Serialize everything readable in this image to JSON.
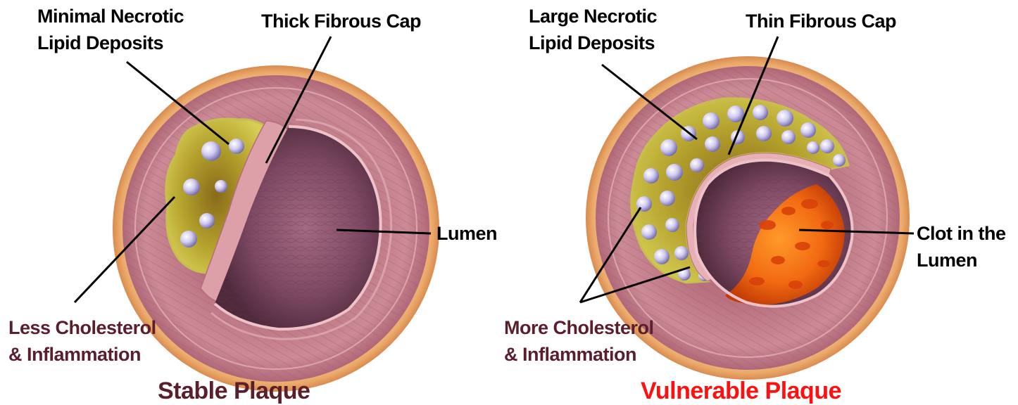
{
  "stable": {
    "title": "Stable Plaque",
    "labels": {
      "deposits_line1": "Minimal Necrotic",
      "deposits_line2": "Lipid Deposits",
      "cap": "Thick Fibrous Cap",
      "lumen": "Lumen",
      "chol_line1": "Less Cholesterol",
      "chol_line2": "& Inflammation"
    }
  },
  "vulnerable": {
    "title": "Vulnerable Plaque",
    "labels": {
      "deposits_line1": "Large Necrotic",
      "deposits_line2": "Lipid Deposits",
      "cap": "Thin Fibrous Cap",
      "clot_line1": "Clot in the",
      "clot_line2": "Lumen",
      "chol_line1": "More Cholesterol",
      "chol_line2": "& Inflammation"
    }
  },
  "colors": {
    "outer_adventitia": "#f0b878",
    "vessel_wall": "#c77f8c",
    "lipid_core": "#b8a52a",
    "lumen_interior": "#7a3f58",
    "fibrous_cap": "#e3a6ac",
    "clot": "#f06010",
    "vulnerable_title": "#ff1010",
    "stable_title": "#5a1e2c"
  }
}
